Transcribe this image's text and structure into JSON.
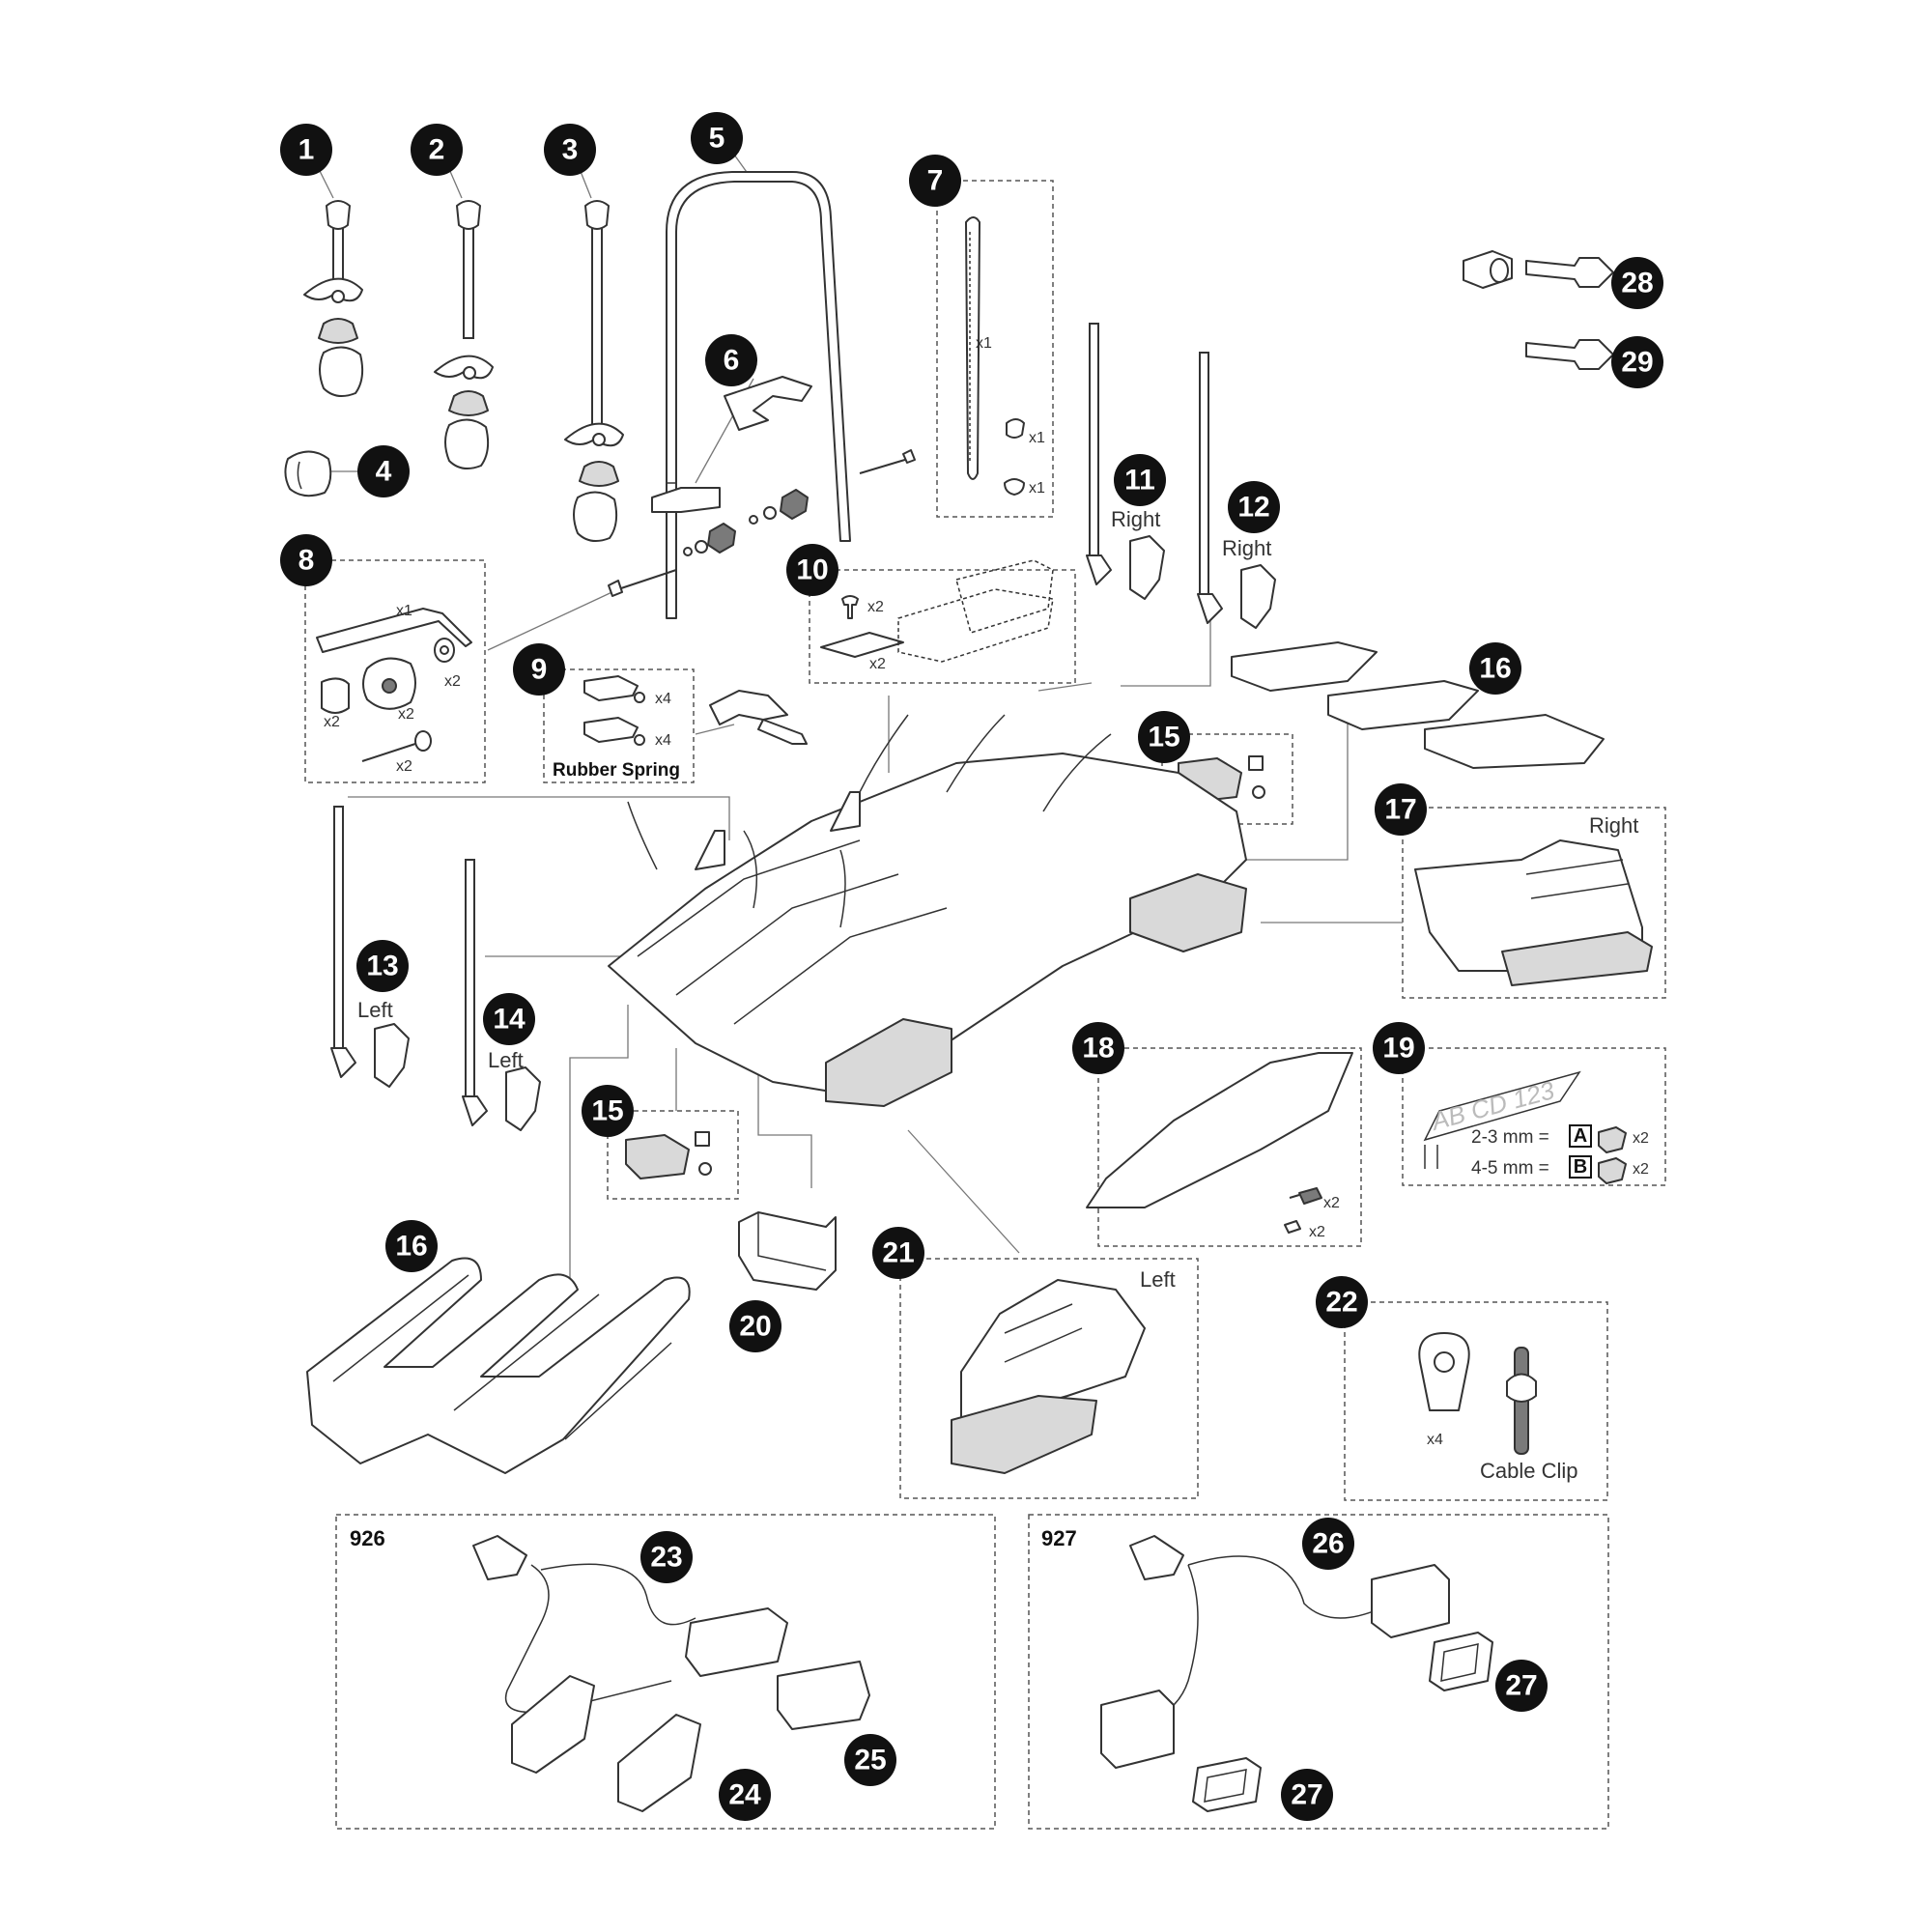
{
  "title": "Exploded parts diagram of a bike carrier",
  "callouts": [
    "1",
    "2",
    "3",
    "4",
    "5",
    "6",
    "7",
    "8",
    "9",
    "10",
    "11",
    "12",
    "13",
    "14",
    "15",
    "15",
    "16",
    "16",
    "17",
    "18",
    "19",
    "20",
    "21",
    "22",
    "23",
    "24",
    "25",
    "26",
    "27",
    "27",
    "28",
    "29"
  ],
  "labels": {
    "right_11": "Right",
    "right_12": "Right",
    "right_17": "Right",
    "left_13": "Left",
    "left_14": "Left",
    "left_21": "Left",
    "rubber_spring": "Rubber Spring",
    "cable_clip": "Cable Clip",
    "model_926": "926",
    "model_927": "927"
  },
  "quantities": {
    "q7_strap": "x1",
    "q7_a": "x1",
    "q7_b": "x1",
    "q8_key": "x1",
    "q8_washer": "x2",
    "q8_spacer": "x2",
    "q8_knob": "x2",
    "q8_bolt": "x2",
    "q9_a": "x4",
    "q9_b": "x4",
    "q10_screw": "x2",
    "q10_clip": "x2",
    "q18_bolt": "x2",
    "q18_screw": "x2",
    "q19_a": "x2",
    "q19_b": "x2",
    "q22_clip": "x4"
  },
  "plate": {
    "text": "AB CD  123",
    "range_a": "2-3 mm =",
    "range_b": "4-5 mm =",
    "letter_a": "A",
    "letter_b": "B"
  },
  "colors": {
    "badge": "#111111",
    "line": "#333333",
    "dashed_box": "#555555",
    "part_fill": "#ffffff",
    "grey_fill": "#d9d9d9"
  }
}
